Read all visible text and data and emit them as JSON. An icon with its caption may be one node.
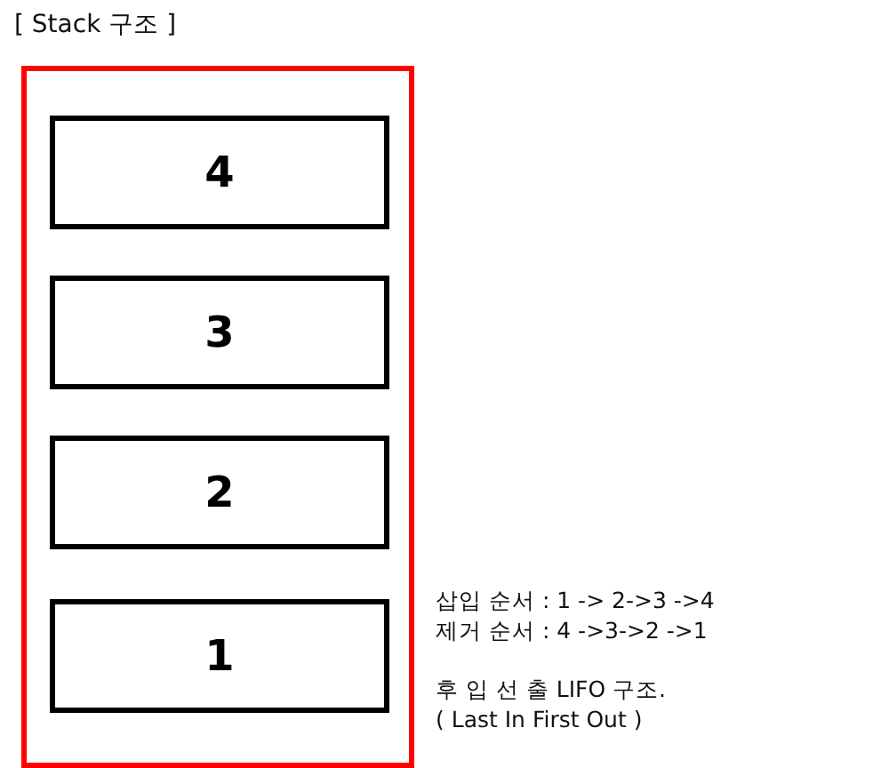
{
  "diagram": {
    "title": "[ Stack 구조 ]",
    "nodes": [
      {
        "text": [],
        "shape": "box"
      },
      {
        "text": [
          "4"
        ],
        "in": 0
      },
      {
        "text": [
          "3"
        ],
        "in": 0
      },
      {
        "text": [
          "2"
        ],
        "in": 0
      },
      {
        "text": [
          "1"
        ],
        "in": 0
      }
    ],
    "labels": [
      "삽입 순서 : 1 -> 2->3 ->4",
      "제거 순서 : 4 ->3->2 ->1",
      "후 입 선 출 LIFO 구조.",
      "( Last In First Out )"
    ]
  }
}
